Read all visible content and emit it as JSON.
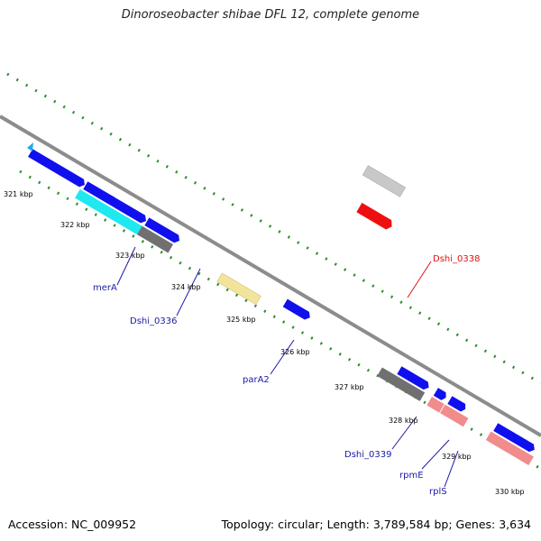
{
  "title": "Dinoroseobacter shibae DFL 12, complete genome",
  "footer": {
    "accession": "Accession: NC_009952",
    "topology": "Topology: circular; Length: 3,789,584 bp; Genes: 3,634"
  },
  "colors": {
    "backbone": "#8c8c8c",
    "gc_dots": "#2e8b2e",
    "forward_cds": "#1010ee",
    "rna": "#f08c8c",
    "mera": "#20e8f0",
    "para2": "#f2e49a",
    "pseudo": "#707070",
    "light_gray": "#c8c8c8",
    "dshi_0338": "#ee1010",
    "label_blue": "#1a1aa6",
    "label_red": "#e01010"
  },
  "ticks": [
    "321 kbp",
    "322 kbp",
    "323 kbp",
    "324 kbp",
    "325 kbp",
    "326 kbp",
    "327 kbp",
    "328 kbp",
    "329 kbp",
    "330 kbp"
  ],
  "gene_labels": [
    "merA",
    "Dshi_0336",
    "parA2",
    "Dshi_0338",
    "Dshi_0339",
    "rpmE",
    "rplS"
  ]
}
